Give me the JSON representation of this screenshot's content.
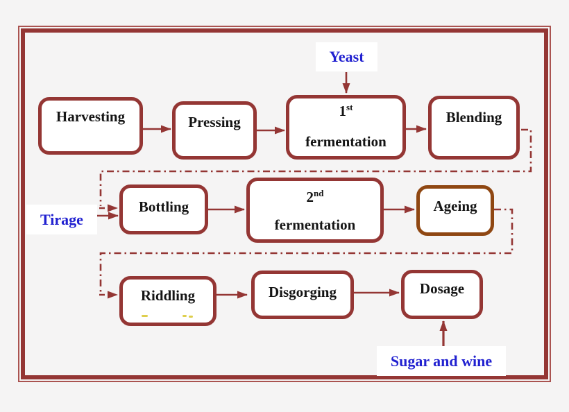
{
  "diagram": {
    "type": "flowchart",
    "colors": {
      "background": "#f5f4f4",
      "box_border": "#943634",
      "ageing_border": "#8f4712",
      "connector": "#943634",
      "annotation_text": "#2121d0",
      "box_text": "#151515",
      "box_fill": "#ffffff"
    }
  },
  "boxes": {
    "harvesting": {
      "label": "Harvesting"
    },
    "pressing": {
      "label": "Pressing"
    },
    "fermentation1": {
      "ordinal": "1",
      "ordinal_suffix": "st",
      "line2": "fermentation"
    },
    "blending": {
      "label": "Blending"
    },
    "bottling": {
      "label": "Bottling"
    },
    "fermentation2": {
      "ordinal": "2",
      "ordinal_suffix": "nd",
      "line2": "fermentation"
    },
    "ageing": {
      "label": "Ageing"
    },
    "riddling": {
      "label": "Riddling"
    },
    "disgorging": {
      "label": "Disgorging"
    },
    "dosage": {
      "label": "Dosage"
    }
  },
  "annotations": {
    "yeast": "Yeast",
    "tirage": "Tirage",
    "sugar_and_wine": "Sugar and wine"
  },
  "edges": [
    {
      "from": "Harvesting",
      "to": "Pressing",
      "style": "solid-arrow"
    },
    {
      "from": "Pressing",
      "to": "1st fermentation",
      "style": "solid-arrow"
    },
    {
      "from": "Yeast",
      "to": "1st fermentation",
      "style": "solid-arrow"
    },
    {
      "from": "1st fermentation",
      "to": "Blending",
      "style": "solid-arrow"
    },
    {
      "from": "Blending",
      "to": "Bottling",
      "style": "dash-dot-arrow"
    },
    {
      "from": "Tirage",
      "to": "Bottling",
      "style": "solid-arrow"
    },
    {
      "from": "Bottling",
      "to": "2nd fermentation",
      "style": "solid-arrow"
    },
    {
      "from": "2nd fermentation",
      "to": "Ageing",
      "style": "solid-arrow"
    },
    {
      "from": "Ageing",
      "to": "Riddling",
      "style": "dash-dot-arrow"
    },
    {
      "from": "Riddling",
      "to": "Disgorging",
      "style": "solid-arrow"
    },
    {
      "from": "Disgorging",
      "to": "Dosage",
      "style": "solid-arrow"
    },
    {
      "from": "Sugar and wine",
      "to": "Dosage",
      "style": "solid-arrow"
    }
  ]
}
